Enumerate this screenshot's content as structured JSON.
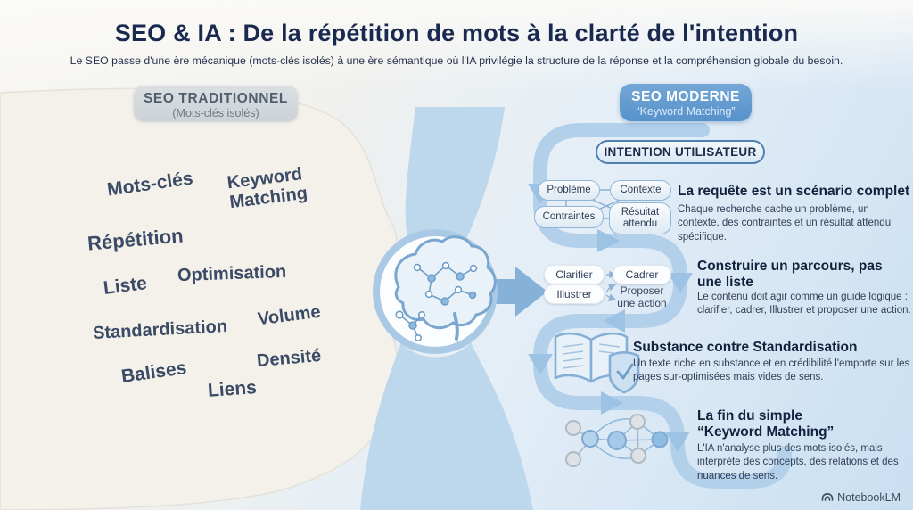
{
  "header": {
    "title": "SEO & IA : De la répétition de mots à la clarté de l'intention",
    "subtitle": "Le SEO passe d'une ère mécanique (mots-clés isolés) à une ère sémantique où l'IA privilégie la structure de la réponse et la compréhension globale du besoin."
  },
  "badges": {
    "traditional": {
      "title": "SEO TRADITIONNEL",
      "subtitle": "(Mots-clés isolés)"
    },
    "modern": {
      "title": "SEO MODERNE",
      "subtitle": "“Keyword Matching”"
    }
  },
  "word_cloud": [
    "Mots-clés",
    "Keyword\nMatching",
    "Répétition",
    "Liste",
    "Optimisation",
    "Standardisation",
    "Volume",
    "Densité",
    "Balises",
    "Liens"
  ],
  "flow": {
    "intention_label": "INTENTION UTILISATEUR",
    "step1": {
      "node_a": "Problème",
      "node_b": "Contexte",
      "node_c": "Contraintes",
      "node_d": "Résuitat\nattendu",
      "heading": "La requête est un scénario complet",
      "body": "Chaque recherche cache un problème, un contexte, des contraintes et un résultat attendu spécifique."
    },
    "step2": {
      "node_a": "Clarifier",
      "node_b": "Cadrer",
      "node_c": "Illustrer",
      "node_d": "Proposer\nune action",
      "heading": "Construire un parcours, pas\nune liste",
      "body": "Le contenu doit agir comme un guide logique : clarifier, cadrer, Illustrer et proposer une action."
    },
    "step3": {
      "icon": "book-shield-icon",
      "heading": "Substance contre Standardisation",
      "body": "Un texte riche en substance et en crédibilité l'emporte sur les pages sur-optimisées mais vides de sens."
    },
    "step4": {
      "icon": "network-graph-icon",
      "heading": "La fin du simple\n“Keyword Matching”",
      "body": "L'IA n'analyse plus des mots isolés, mais interprète des concepts, des relations et des nuances de sens."
    }
  },
  "center": {
    "icon": "brain-network-icon"
  },
  "footer": {
    "brand": "NotebookLM"
  },
  "colors": {
    "navy": "#1a2950",
    "accent_blue": "#5792ca",
    "ribbon": "#b3d0ea",
    "arrow": "#9cc2e4",
    "cream": "#f3f1ea"
  }
}
